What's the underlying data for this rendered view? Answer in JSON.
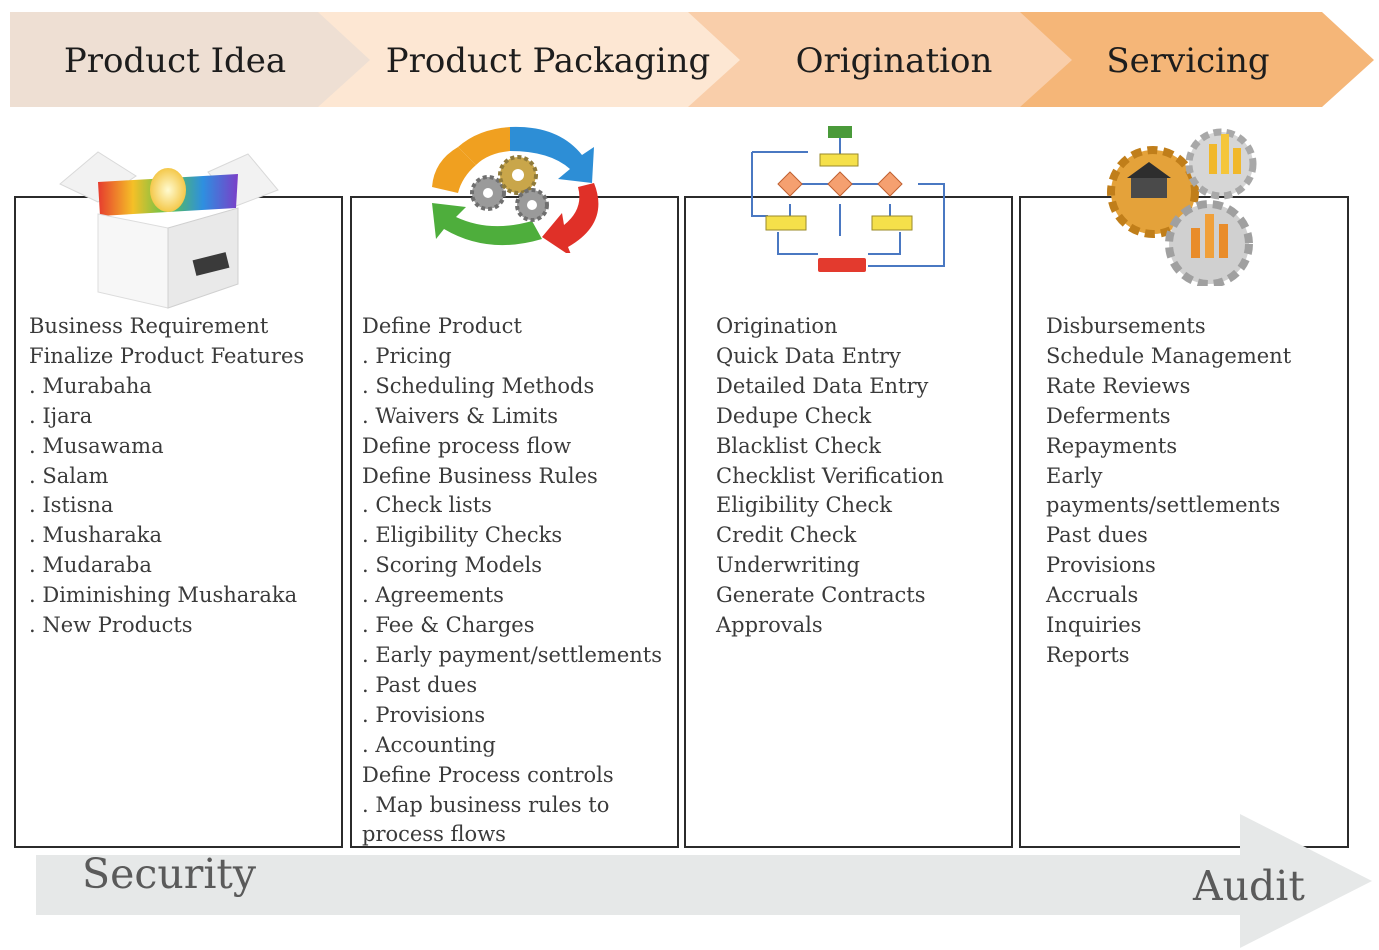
{
  "stages": [
    {
      "title": "Product Idea",
      "color": "#eedfd3"
    },
    {
      "title": "Product Packaging",
      "color": "#fde7d3"
    },
    {
      "title": "Origination",
      "color": "#f9ceaa"
    },
    {
      "title": "Servicing",
      "color": "#f5b678"
    }
  ],
  "columns": [
    {
      "icon": "idea-box-icon",
      "items": [
        "Business Requirement",
        "Finalize Product Features",
        ". Murabaha",
        ". Ijara",
        ". Musawama",
        ". Salam",
        ". Istisna",
        ". Musharaka",
        ". Mudaraba",
        ". Diminishing Musharaka",
        ". New Products"
      ]
    },
    {
      "icon": "cycle-gears-icon",
      "items": [
        "Define Product",
        ". Pricing",
        ". Scheduling Methods",
        ". Waivers & Limits",
        "Define process flow",
        "Define Business Rules",
        ". Check lists",
        ". Eligibility Checks",
        ". Scoring Models",
        ". Agreements",
        ". Fee & Charges",
        ". Early payment/settlements",
        ". Past dues",
        ". Provisions",
        ". Accounting",
        "Define Process controls",
        ". Map business rules to",
        "process flows"
      ]
    },
    {
      "icon": "flowchart-icon",
      "items": [
        "Origination",
        "Quick Data Entry",
        "Detailed Data Entry",
        "Dedupe Check",
        "Blacklist Check",
        "Checklist Verification",
        "Eligibility Check",
        "Credit Check",
        "Underwriting",
        "Generate Contracts",
        "Approvals"
      ]
    },
    {
      "icon": "servicing-gears-icon",
      "items": [
        "Disbursements",
        "Schedule Management",
        "Rate Reviews",
        "Deferments",
        "Repayments",
        "Early",
        "payments/settlements",
        "Past dues",
        "Provisions",
        "Accruals",
        "Inquiries",
        "Reports"
      ]
    }
  ],
  "footer": {
    "left_label": "Security",
    "right_label": "Audit",
    "arrow_color": "#e6e8e8"
  }
}
